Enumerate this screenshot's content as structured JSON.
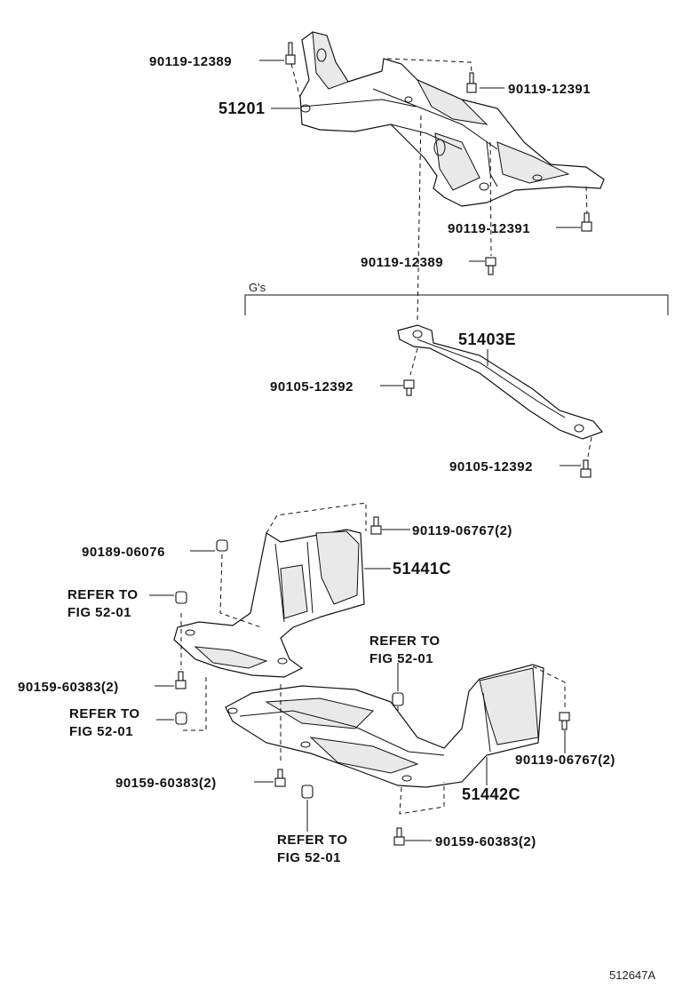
{
  "labels": {
    "bolt_top_left": "90119-12389",
    "bolt_top_right": "90119-12391",
    "crossmember": "51201",
    "bolt_mid_right": "90119-12391",
    "bolt_mid_center": "90119-12389",
    "gs_note": "G's",
    "brace": "51403E",
    "bolt_brace_left": "90105-12392",
    "bolt_brace_right": "90105-12392",
    "bolt_cover_top": "90119-06767(2)",
    "clip_left": "90189-06076",
    "cover_rear": "51441C",
    "refer_1_line1": "REFER TO",
    "refer_1_line2": "FIG 52-01",
    "refer_2_line1": "REFER TO",
    "refer_2_line2": "FIG 52-01",
    "bolt_left_1": "90159-60383(2)",
    "refer_3_line1": "REFER TO",
    "refer_3_line2": "FIG 52-01",
    "bolt_cover_right": "90119-06767(2)",
    "bolt_bottom_left": "90159-60383(2)",
    "cover_front": "51442C",
    "refer_4_line1": "REFER TO",
    "refer_4_line2": "FIG 52-01",
    "bolt_bottom_right": "90159-60383(2)",
    "figure_id": "512647A"
  }
}
